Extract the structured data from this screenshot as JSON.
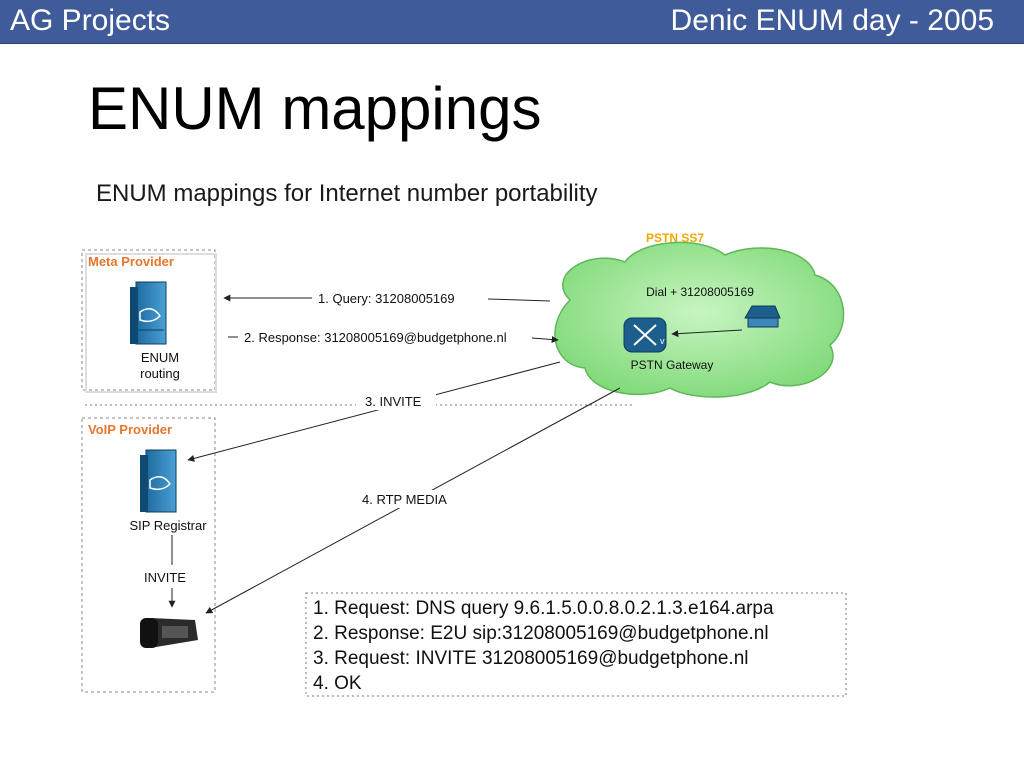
{
  "header": {
    "left": "AG Projects",
    "right": "Denic ENUM day - 2005"
  },
  "title": "ENUM mappings",
  "subtitle": "ENUM mappings for Internet number portability",
  "meta_provider": {
    "label": "Meta Provider",
    "server_label_1": "ENUM",
    "server_label_2": "routing"
  },
  "voip_provider": {
    "label": "VoIP Provider",
    "server_label": "SIP  Registrar",
    "invite_label": "INVITE"
  },
  "pstn": {
    "label": "PSTN SS7",
    "dial_label": "Dial + 31208005169",
    "gateway_label": "PSTN Gateway"
  },
  "flows": {
    "query": "1.  Query: 31208005169",
    "response": "2. Response: 31208005169@budgetphone.nl",
    "invite": "3.  INVITE",
    "rtp": "4.  RTP MEDIA"
  },
  "steps": [
    "1. Request: DNS query 9.6.1.5.0.0.8.0.2.1.3.e164.arpa",
    "2. Response: E2U sip:31208005169@budgetphone.nl",
    "3. Request: INVITE 31208005169@budgetphone.nl",
    "4. OK"
  ],
  "colors": {
    "header_bg": "#3f5b9a",
    "provider_label": "#e8762c",
    "pstn_label": "#f0a800",
    "cloud": "#8fe08a"
  }
}
